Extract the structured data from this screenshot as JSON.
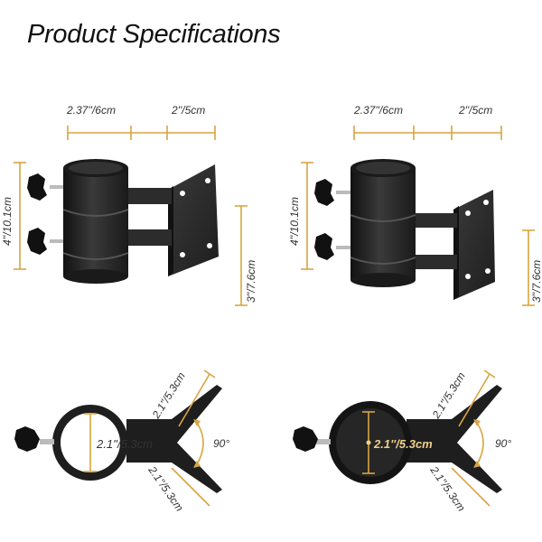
{
  "title": "Product Specifications",
  "top_left": {
    "width_a": "2.37''/6cm",
    "width_b": "2''/5cm",
    "height_total": "4''/10.1cm",
    "height_plate": "3''/7.6cm"
  },
  "top_right": {
    "width_a": "2.37''/6cm",
    "width_b": "2''/5cm",
    "height_total": "4''/10.1cm",
    "height_plate": "3''/7.6cm"
  },
  "bottom_left": {
    "arm_top": "2.1''/5.3cm",
    "arm_bottom": "2.1''/5.3cm",
    "diameter": "2.1''/5.3cm",
    "angle": "90°"
  },
  "bottom_right": {
    "arm_top": "2.1''/5.3cm",
    "arm_bottom": "2.1''/5.3cm",
    "diameter": "2.1''/5.3cm",
    "angle": "90°"
  },
  "colors": {
    "dimension_line": "#d9a441",
    "metal": "#2a2a2a"
  }
}
